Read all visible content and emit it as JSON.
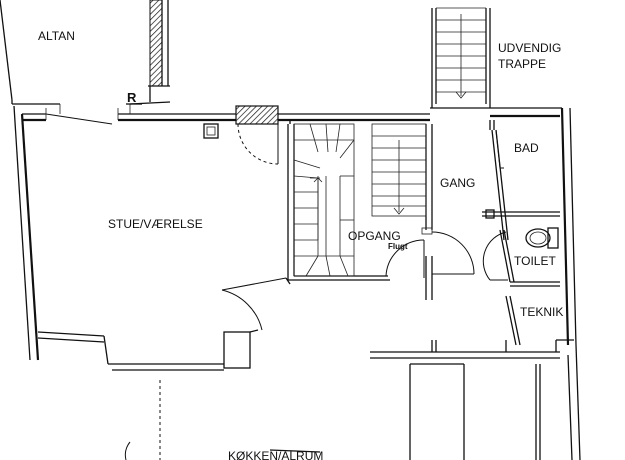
{
  "rooms": {
    "altan": "ALTAN",
    "udvendig_trappe_line1": "UDVENDIG",
    "udvendig_trappe_line2": "TRAPPE",
    "stue": "STUE/VÆRELSE",
    "gang": "GANG",
    "bad": "BAD",
    "opgang": "OPGANG",
    "flugt": "Flugt",
    "toilet": "TOILET",
    "teknik": "TEKNIK",
    "kokken": "KØKKEN/ALRUM"
  },
  "marks": {
    "r": "R"
  }
}
